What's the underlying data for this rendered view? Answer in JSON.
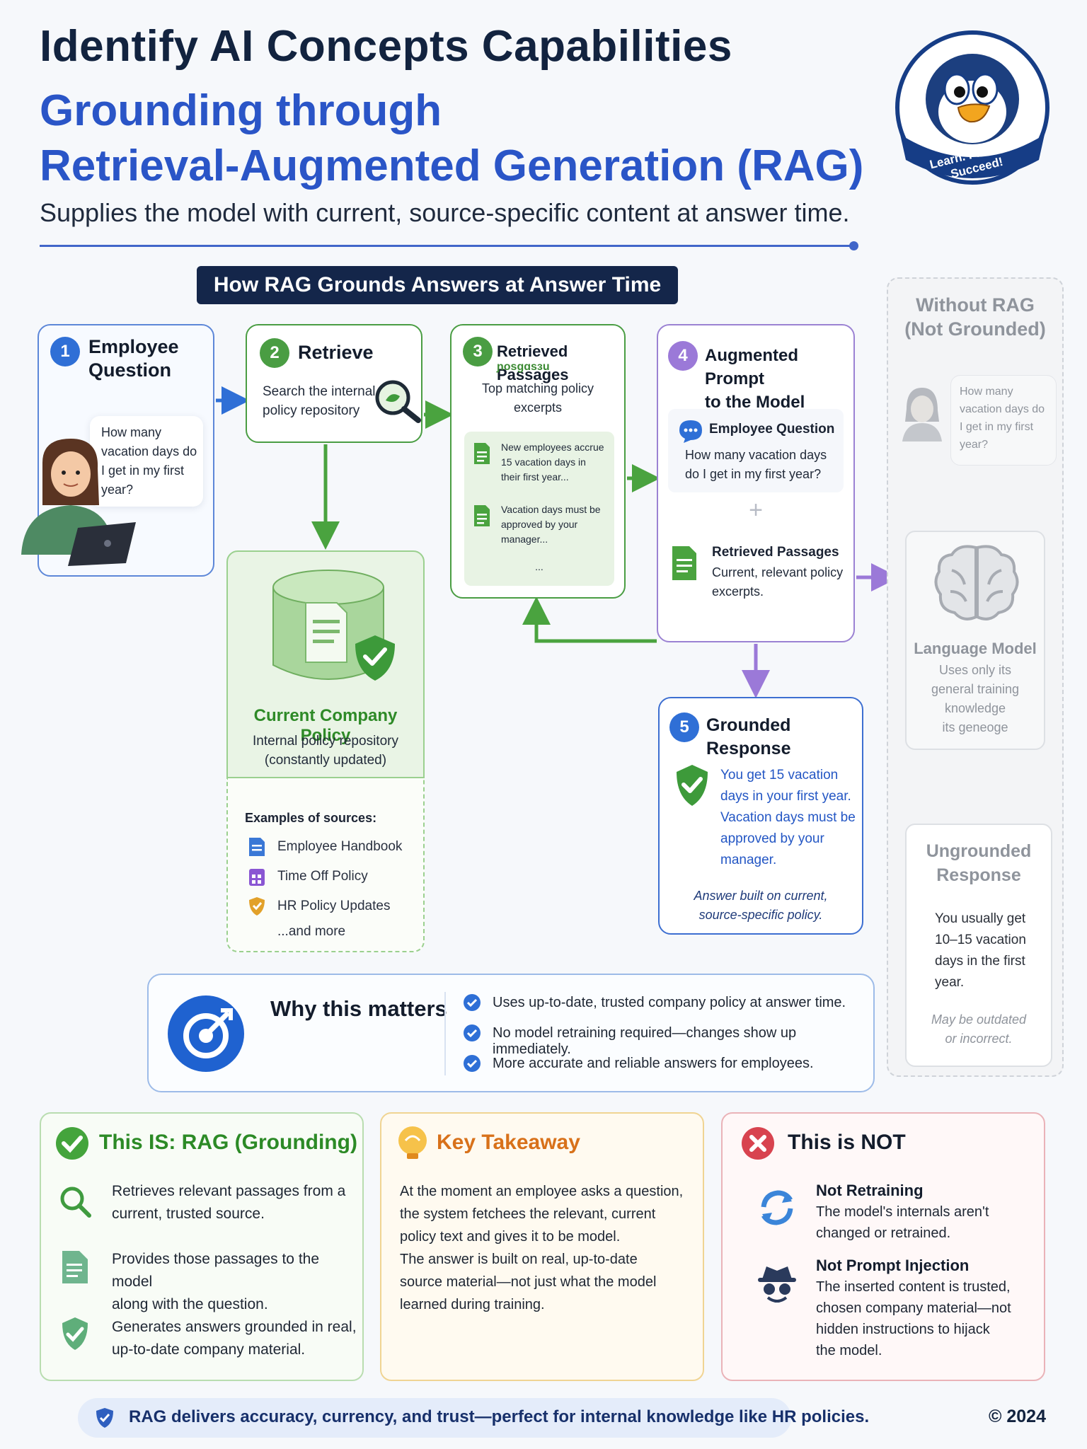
{
  "header": {
    "title": "Identify AI Concepts Capabilities",
    "subtitle_line1": "Grounding through",
    "subtitle_line2": "Retrieval-Augmented Generation (RAG)",
    "tagline": "Supplies the model with current, source-specific content at answer time."
  },
  "logo": {
    "motto": "Learn. Practice. Succeed!"
  },
  "banner": "How RAG Grounds Answers at Answer Time",
  "step1": {
    "num": "1",
    "title_line1": "Employee",
    "title_line2": "Question",
    "q1": "How many",
    "q2": "vacation days do",
    "q3": "I get in my first",
    "q4": "year?"
  },
  "step2": {
    "num": "2",
    "title": "Retrieve",
    "text1": "Search the internal",
    "text2": "policy repository"
  },
  "step3": {
    "num": "3",
    "title": "Retrieved Passages",
    "garble": "ɲosɡɑsɜu",
    "text1": "Top matching policy",
    "text2": "excerpts",
    "p1a": "New employees accrue",
    "p1b": "15 vacation days in",
    "p1c": "their first year...",
    "p2a": "Vacation days must be",
    "p2b": "approved by your",
    "p2c": "manager...",
    "ellipsis": "..."
  },
  "step4": {
    "num": "4",
    "title_line1": "Augmented Prompt",
    "title_line2": "to the Model",
    "q_title": "Employee Question",
    "q1": "How many vacation days",
    "q2": "do I get in my first year?",
    "plus": "+",
    "r_title": "Retrieved Passages",
    "r1": "Current, relevant policy",
    "r2": "excerpts."
  },
  "policy": {
    "title": "Current Company Policy",
    "line1": "Internal policy repository",
    "line2": "(constantly updated)"
  },
  "sources": {
    "heading": "Examples of sources:",
    "items": [
      "Employee Handbook",
      "Time Off Policy",
      "HR Policy Updates"
    ],
    "more": "...and more"
  },
  "step5": {
    "num": "5",
    "title": "Grounded Response",
    "r1": "You get 15 vacation",
    "r2": "days in your first year.",
    "r3": "Vacation days must be",
    "r4": "approved by your",
    "r5": "manager.",
    "note1": "Answer built on current,",
    "note2": "source-specific policy."
  },
  "without": {
    "title1": "Without RAG",
    "title2": "(Not Grounded)",
    "q1": "How many",
    "q2": "vacation days do",
    "q3": "I get in my first",
    "q4": "year?",
    "lm_title": "Language Model",
    "lm1": "Uses only its",
    "lm2": "general training",
    "lm3": "knowledge",
    "lm4": "its geneoge",
    "ur_title1": "Ungrounded",
    "ur_title2": "Response",
    "ur1": "You usually get",
    "ur2": "10–15 vacation",
    "ur3": "days in the first",
    "ur4": "year.",
    "warn1": "May be outdated",
    "warn2": "or incorrect."
  },
  "why": {
    "title": "Why this matters",
    "items": [
      "Uses up-to-date, trusted company policy at answer time.",
      "No model retraining required—changes show up immediately.",
      "More accurate and reliable answers for employees."
    ]
  },
  "is_panel": {
    "title": "This IS: RAG (Grounding)",
    "i1a": "Retrieves relevant passages from a",
    "i1b": "current, trusted source.",
    "i2a": "Provides those passages to the model",
    "i2b": "along with the question.",
    "i3a": "Generates answers grounded in real,",
    "i3b": "up-to-date company material."
  },
  "takeaway": {
    "title": "Key Takeaway",
    "lines": [
      "At the moment an employee asks a question,",
      "the system fetchees the relevant, current",
      "policy text and gives it to be model.",
      "The answer is built on real, up-to-date",
      "source material—not just what the model",
      "learned during training."
    ]
  },
  "not_panel": {
    "title": "This is NOT",
    "n1_title": "Not Retraining",
    "n1a": "The model's internals aren't",
    "n1b": "changed or retrained.",
    "n2_title": "Not Prompt Injection",
    "n2a": "The inserted content is trusted,",
    "n2b": "chosen company material—not",
    "n2c": "hidden instructions to hijack",
    "n2d": "the model."
  },
  "footer": {
    "text": "RAG delivers accuracy, currency, and trust—perfect for internal knowledge like HR policies.",
    "copyright": "© 2024"
  },
  "colors": {
    "navy": "#12233f",
    "blue": "#2a55c7",
    "green": "#4a9d43",
    "purple": "#9b82d3",
    "red": "#d8434f",
    "amber": "#e2a12a"
  }
}
